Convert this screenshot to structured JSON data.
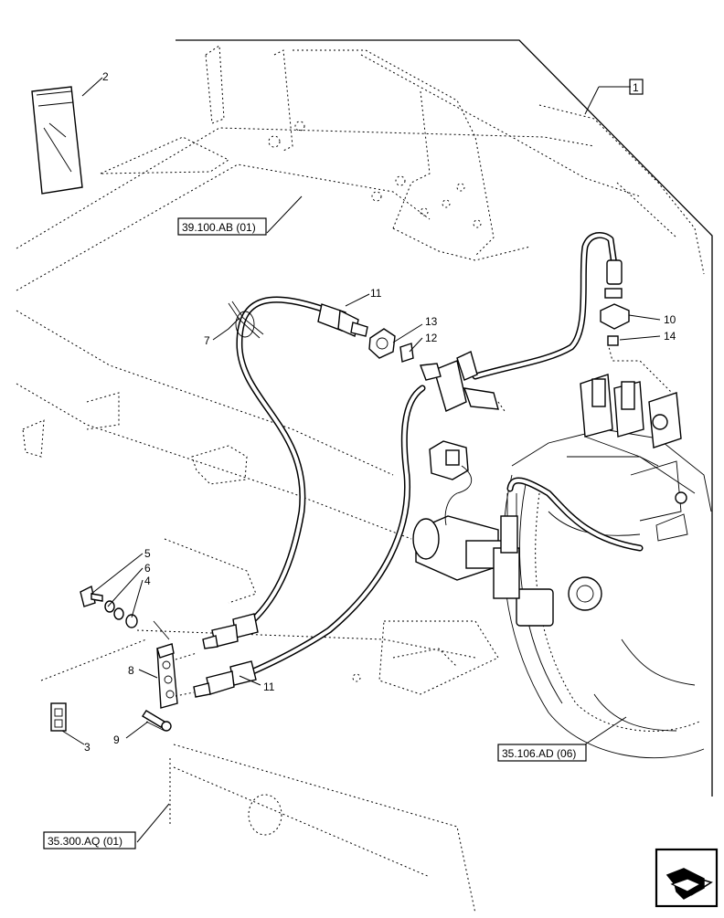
{
  "diagram": {
    "callouts": {
      "c1": "1",
      "c2": "2",
      "c3": "3",
      "c4": "4",
      "c5": "5",
      "c6": "6",
      "c7": "7",
      "c8": "8",
      "c9": "9",
      "c10": "10",
      "c11a": "11",
      "c11b": "11",
      "c12": "12",
      "c13": "13",
      "c14": "14"
    },
    "references": {
      "ref_39100ab": "39.100.AB (01)",
      "ref_35106ad": "35.106.AD (06)",
      "ref_35300aq": "35.300.AQ (01)"
    },
    "nav_icon": "forward-arrow-icon"
  }
}
